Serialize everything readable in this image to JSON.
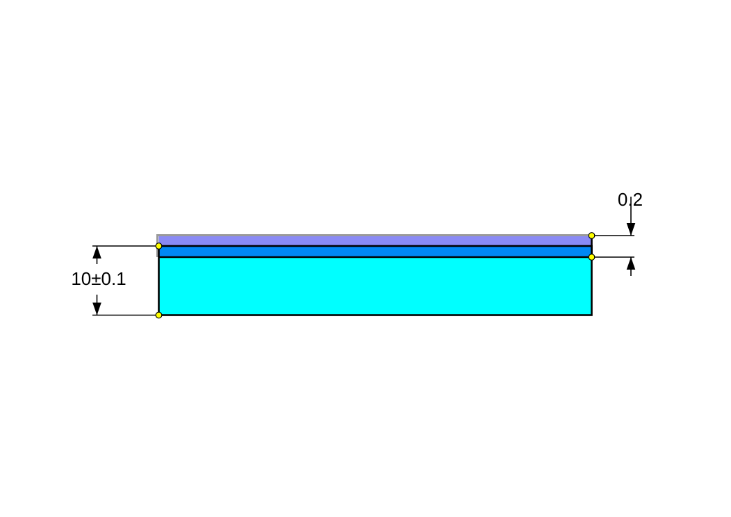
{
  "drawing": {
    "kind": "cad-cross-section",
    "dimensions": {
      "substrate_thickness": {
        "label": "10±0.1"
      },
      "coating_thickness": {
        "label": "0.2"
      }
    },
    "colors": {
      "substrate": "#00FFFF",
      "coating": "#8A8AF5",
      "coating_overlap": "#0088F5",
      "edge_highlight": "#9A9A9A",
      "vertex": "#FFFF00",
      "outline": "#000000",
      "background": "#FFFFFF"
    }
  }
}
